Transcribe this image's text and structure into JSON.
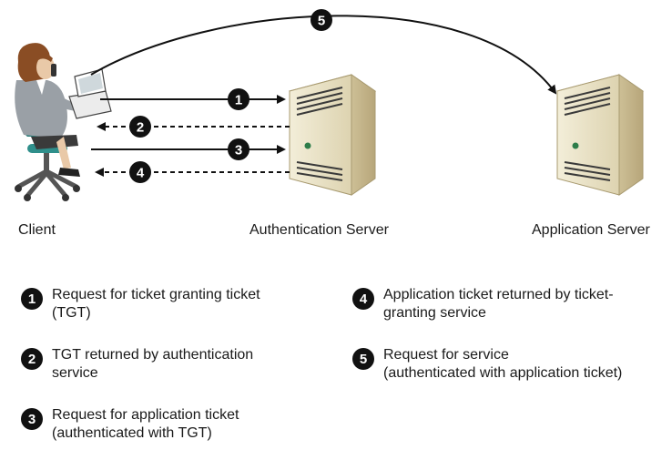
{
  "nodes": {
    "client": "Client",
    "auth_server": "Authentication Server",
    "app_server": "Application Server"
  },
  "steps": [
    {
      "number": "1",
      "lines": [
        "Request for ticket granting ticket",
        "(TGT)"
      ]
    },
    {
      "number": "2",
      "lines": [
        "TGT returned by authentication",
        "service"
      ]
    },
    {
      "number": "3",
      "lines": [
        "Request for application ticket",
        "(authenticated with TGT)"
      ]
    },
    {
      "number": "4",
      "lines": [
        "Application ticket returned by ticket-",
        "granting service"
      ]
    },
    {
      "number": "5",
      "lines": [
        "Request for service",
        "(authenticated with application ticket)"
      ]
    }
  ],
  "colors": {
    "badge": "#111111",
    "server_body": "#eae3c8",
    "server_side": "#cfc4a1",
    "chair": "#2f8f8b",
    "hair": "#8a4d24"
  }
}
